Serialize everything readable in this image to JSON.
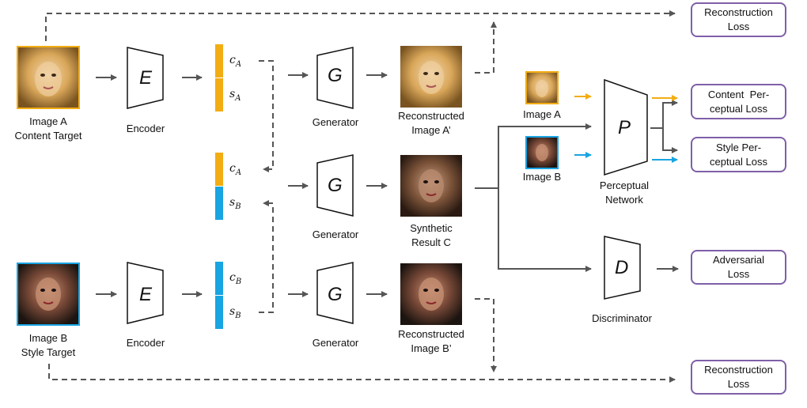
{
  "images": {
    "a_label": "Image A",
    "a_sub": "Content Target",
    "b_label": "Image B",
    "b_sub": "Style Target"
  },
  "encoder": {
    "symbol": "E",
    "label": "Encoder"
  },
  "generator": {
    "symbol": "G",
    "label": "Generator"
  },
  "latents": {
    "c": "c",
    "s": "s",
    "a": "A",
    "b": "B"
  },
  "outputs": {
    "recon_a_line1": "Reconstructed",
    "recon_a_line2": "Image A’",
    "synthetic_line1": "Synthetic",
    "synthetic_line2": "Result C",
    "recon_b_line1": "Reconstructed",
    "recon_b_line2": "Image B’"
  },
  "perceptual": {
    "symbol": "P",
    "label_line1": "Perceptual",
    "label_line2": "Network",
    "input_a": "Image A",
    "input_b": "Image B"
  },
  "discriminator": {
    "symbol": "D",
    "label": "Discriminator"
  },
  "losses": {
    "recon_top_1": "Reconstruction",
    "recon_top_2": "Loss",
    "content_1": "Content  Per-",
    "content_2": "ceptual Loss",
    "style_1": "Style Per-",
    "style_2": "ceptual Loss",
    "adv_1": "Adversarial",
    "adv_2": "Loss",
    "recon_bot_1": "Reconstruction",
    "recon_bot_2": "Loss"
  },
  "colors": {
    "content": "#f2ad14",
    "style": "#19a4e2",
    "loss_border": "#7f5fa8",
    "arrow": "#555555"
  }
}
